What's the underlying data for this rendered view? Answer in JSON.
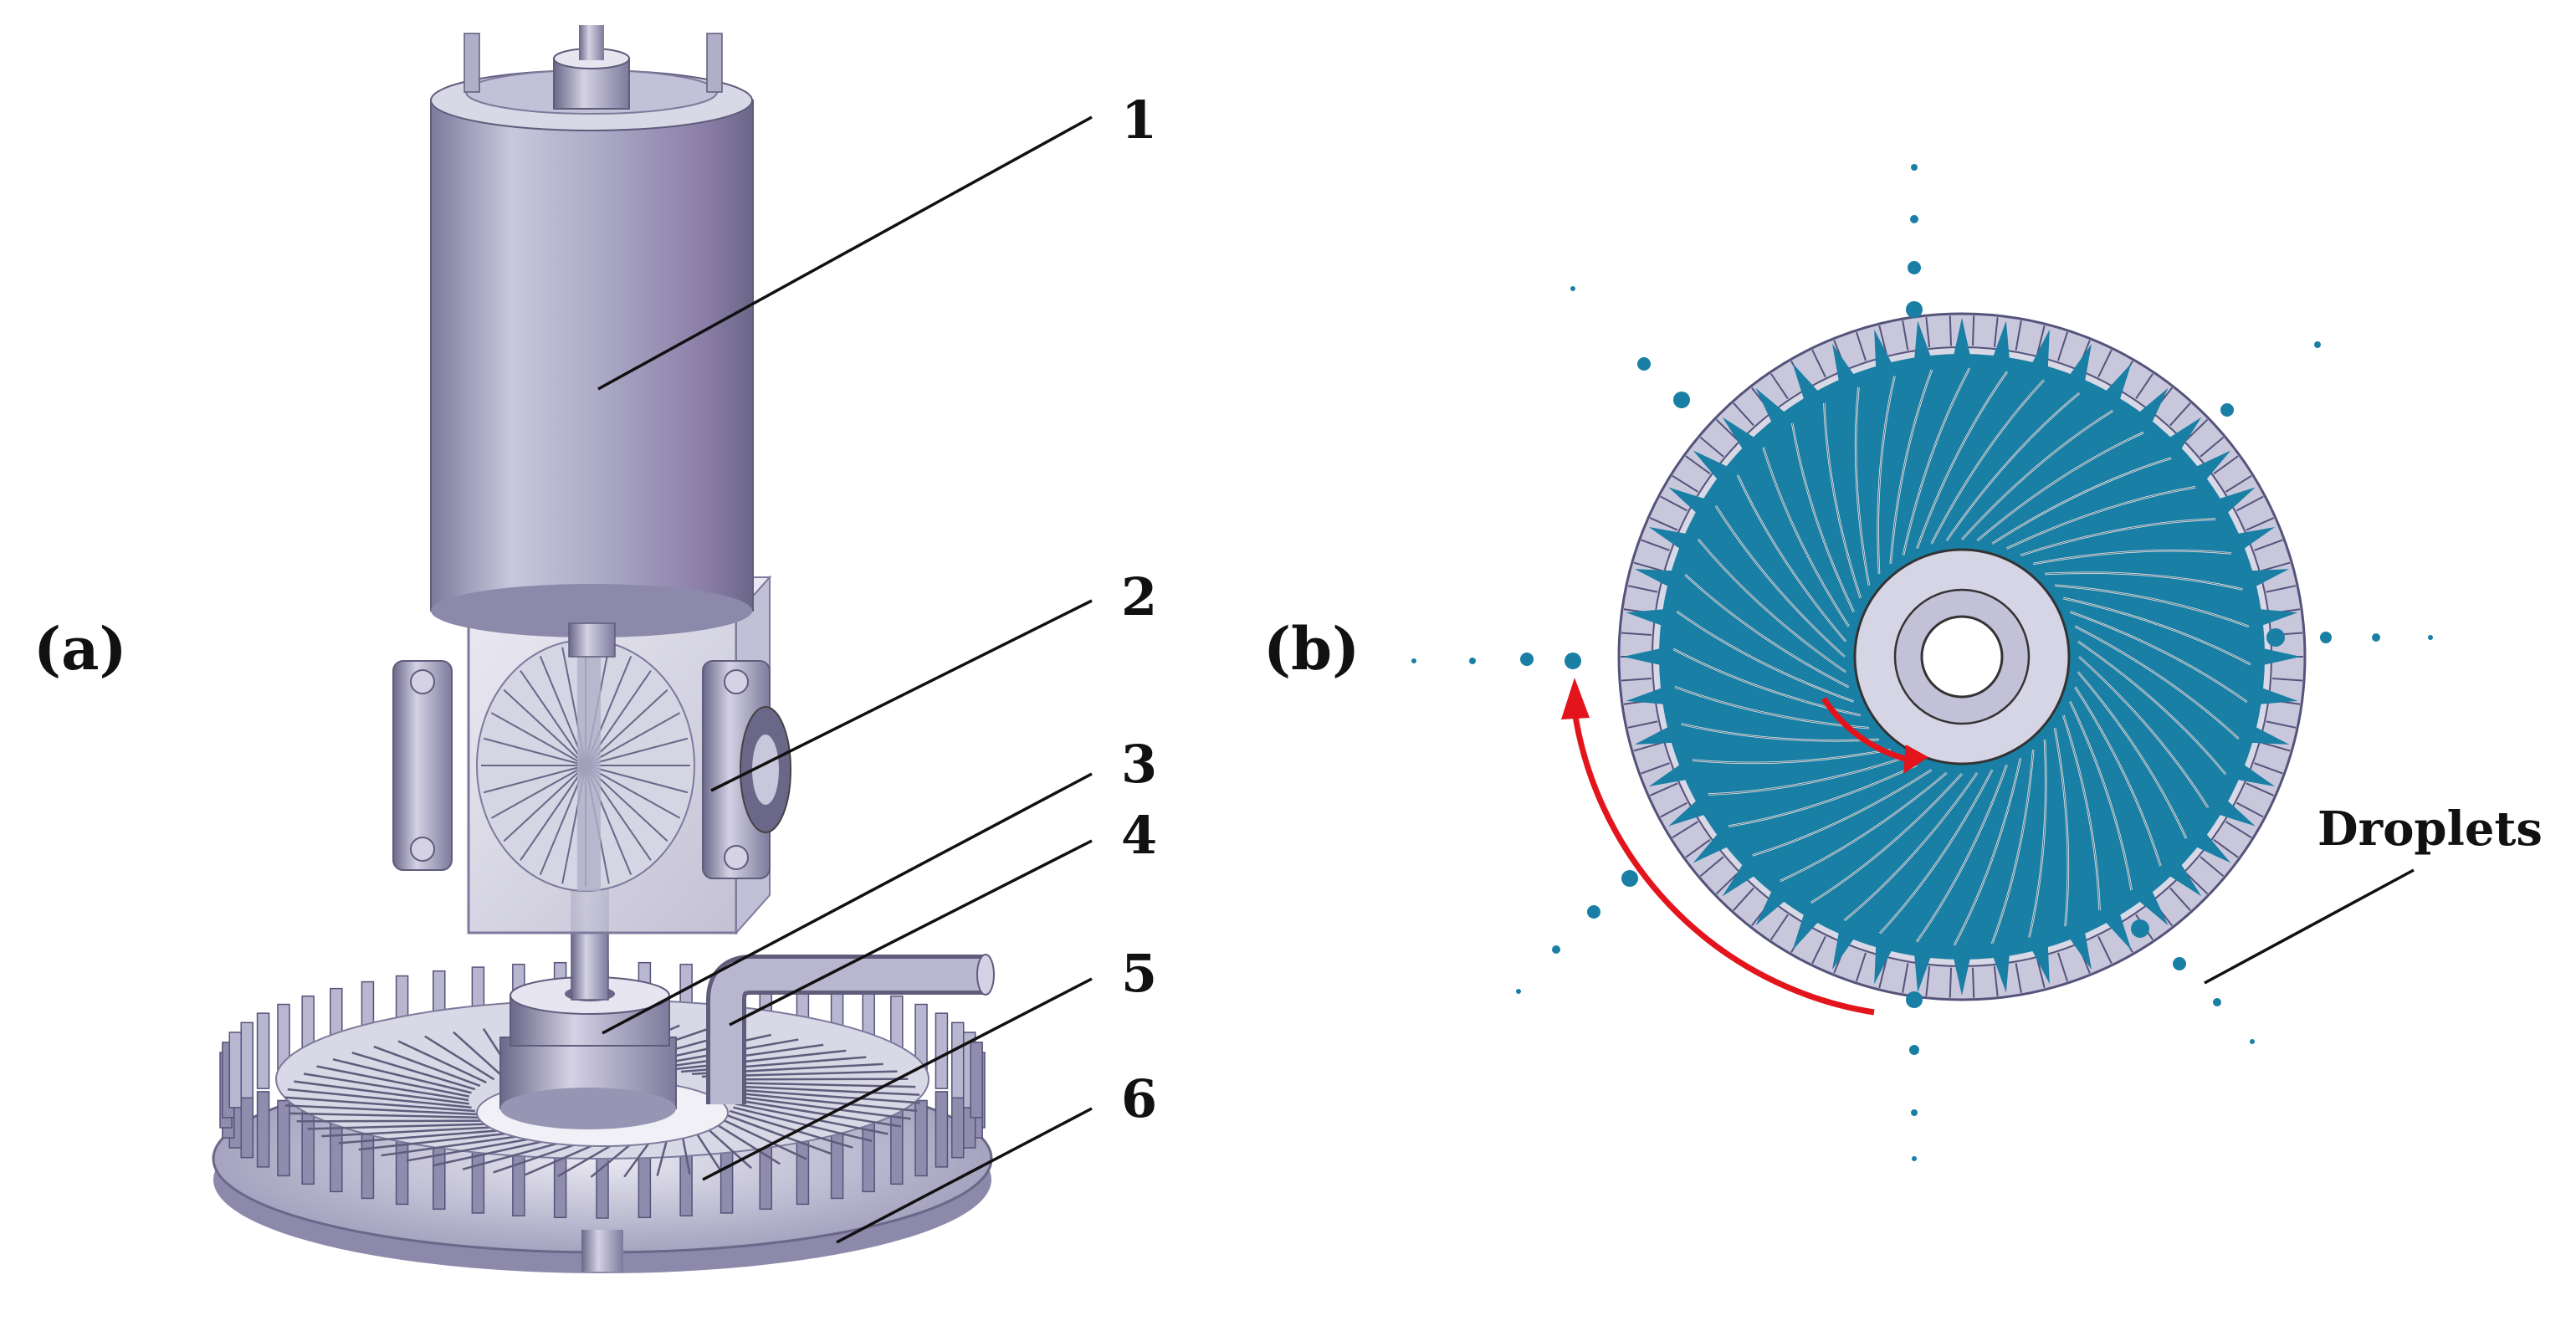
{
  "panels": {
    "a": {
      "label": "(a)"
    },
    "b": {
      "label": "(b)"
    }
  },
  "callouts": [
    {
      "number": "1",
      "part": "motor"
    },
    {
      "number": "2",
      "part": "gearbox"
    },
    {
      "number": "3",
      "part": "shaft-collar"
    },
    {
      "number": "4",
      "part": "liquid-feed-pipe"
    },
    {
      "number": "5",
      "part": "rotating-disk"
    },
    {
      "number": "6",
      "part": "toothed-rim"
    }
  ],
  "droplets_label": "Droplets",
  "colors": {
    "metal_light": "#c9c7dc",
    "metal_mid": "#9a98b8",
    "metal_dark": "#6a6788",
    "liquid": "#1a7fa5",
    "liquid_light": "#8fc6db",
    "rotation_arrow": "#e3141b",
    "line": "#111111"
  },
  "icons": [
    "rotation-arrow-icon"
  ]
}
